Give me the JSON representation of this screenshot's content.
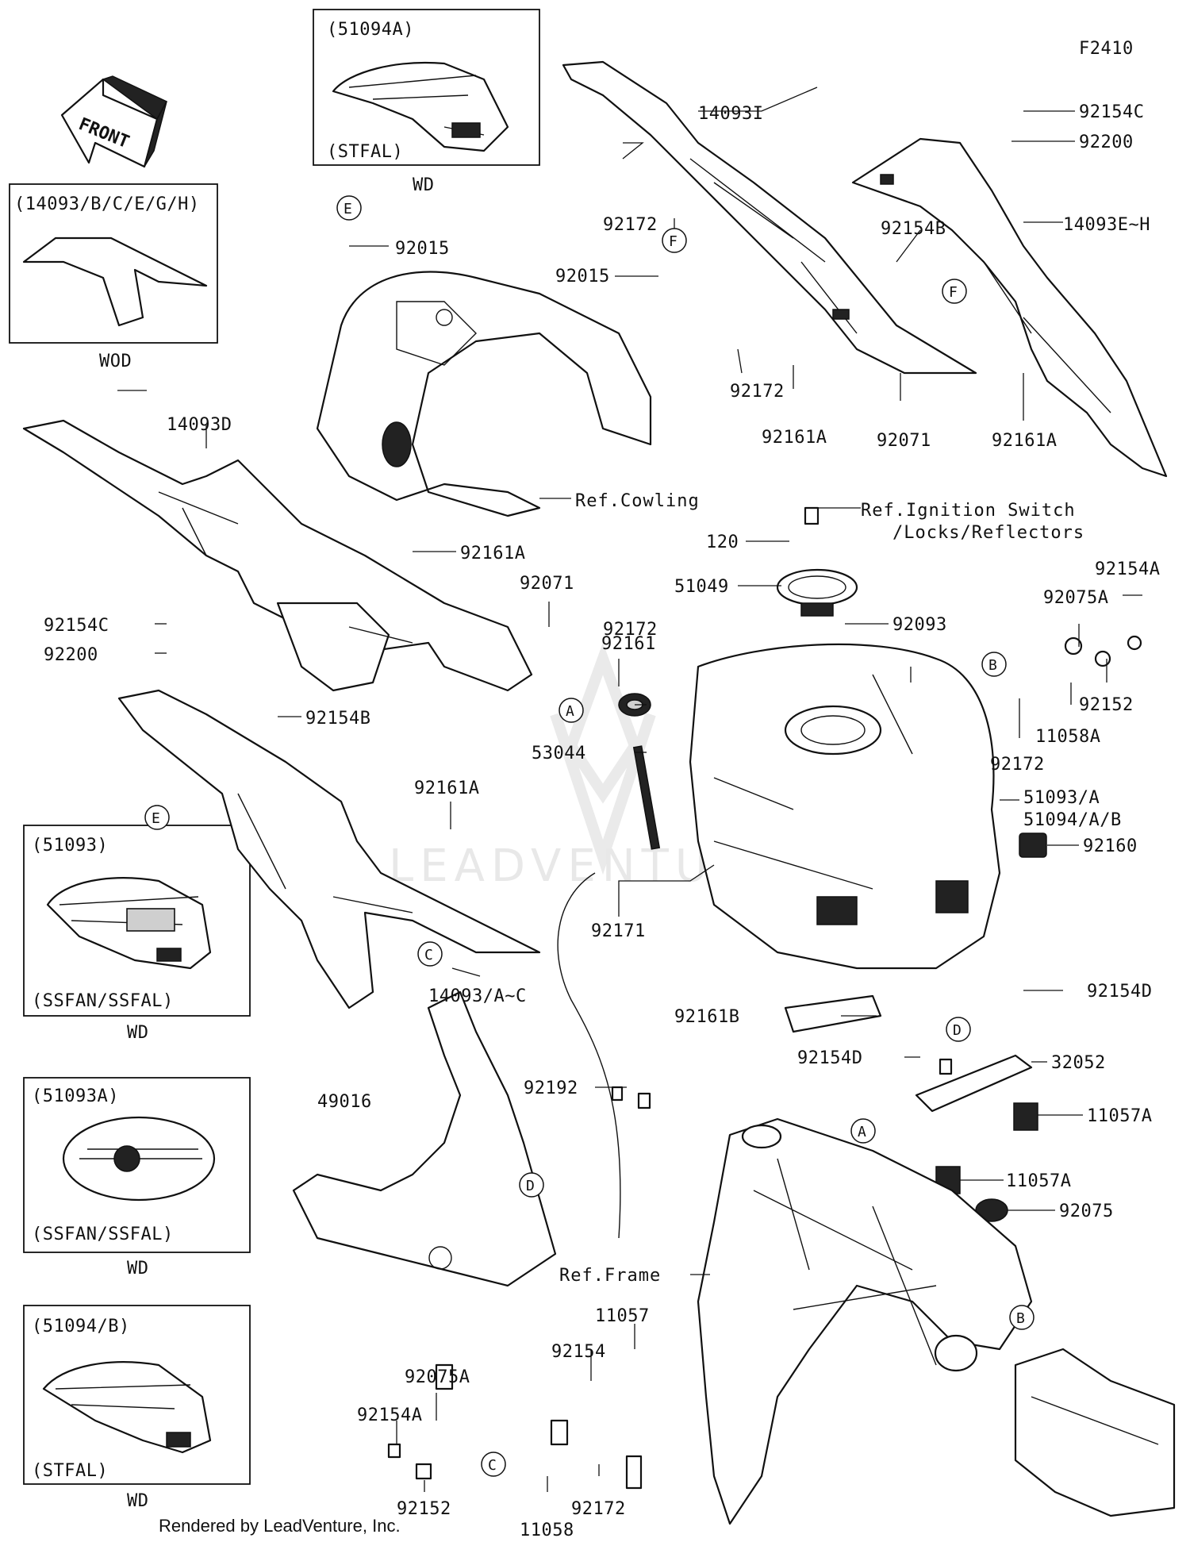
{
  "diagram": {
    "figure_code": "F2410",
    "footer": "Rendered by LeadVenture, Inc.",
    "watermark": "LEADVENTURE",
    "front_sign": "FRONT"
  },
  "insets": [
    {
      "code": "(51094A)",
      "variant": "(STFAL)",
      "caption": "WD"
    },
    {
      "code": "(14093/B/C/E/G/H)",
      "caption": "WOD"
    },
    {
      "code": "(51093)",
      "variant": "(SSFAN/SSFAL)",
      "caption": "WD"
    },
    {
      "code": "(51093A)",
      "variant": "(SSFAN/SSFAL)",
      "caption": "WD"
    },
    {
      "code": "(51094/B)",
      "variant": "(STFAL)",
      "caption": "WD"
    }
  ],
  "parts": [
    "14093I",
    "92154C",
    "92200",
    "14093E~H",
    "92172",
    "92015",
    "92154B",
    "92161A",
    "92071",
    "92161A",
    "Ref.Cowling",
    "Ref.Ignition Switch",
    "/Locks/Reflectors",
    "120",
    "51049",
    "92093",
    "92154A",
    "92075A",
    "92152",
    "11058A",
    "92172",
    "92172",
    "14093D",
    "92161A",
    "92071",
    "92154C",
    "92200",
    "92154B",
    "92161",
    "53044",
    "51093/A",
    "51094/A/B",
    "92161A",
    "92160",
    "92171",
    "14093/A~C",
    "92154D",
    "92161B",
    "92154D",
    "32052",
    "11057A",
    "92192",
    "49016",
    "11057A",
    "92075",
    "Ref.Frame",
    "11057",
    "92154",
    "92075A",
    "92154A",
    "92152",
    "92172",
    "11058",
    "92172",
    "92015"
  ],
  "markers": [
    "E",
    "F",
    "F",
    "E",
    "A",
    "B",
    "C",
    "D",
    "D",
    "A",
    "B",
    "C"
  ]
}
